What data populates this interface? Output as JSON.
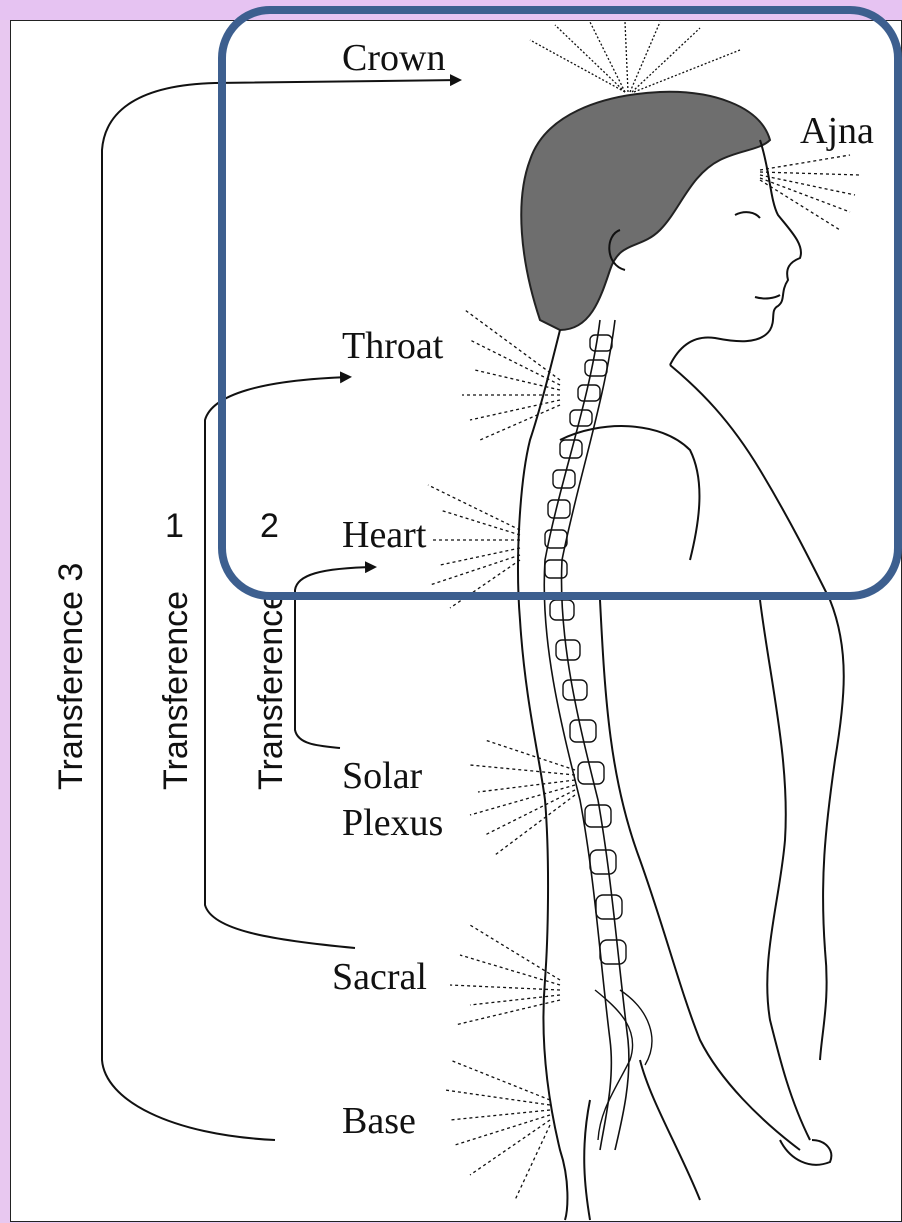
{
  "chakras": {
    "crown": "Crown",
    "ajna": "Ajna",
    "throat": "Throat",
    "heart": "Heart",
    "solar_line1": "Solar",
    "solar_line2": "Plexus",
    "sacral": "Sacral",
    "base": "Base"
  },
  "transferences": {
    "t1_label": "Transference",
    "t1_number": "1",
    "t2_label": "Transference",
    "t2_number": "2",
    "t3_label": "Transference 3"
  },
  "colors": {
    "highlight_border": "#3d5f8f",
    "head_fill": "#6e6e6e",
    "background": "#e6c3f2"
  }
}
